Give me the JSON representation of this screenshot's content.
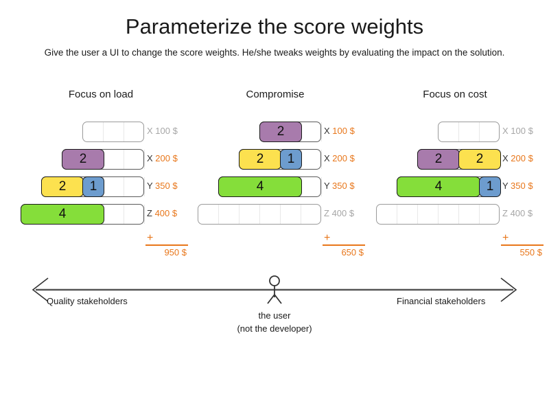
{
  "header": {
    "title": "Parameterize the score weights",
    "subtitle": "Give the user a UI to change the score weights. He/she tweaks weights by evaluating the impact on the solution."
  },
  "colors": {
    "purple": "#A87BAC",
    "yellow": "#FCE14F",
    "green": "#85DE3A",
    "blue": "#6D9CCE",
    "accent_orange": "#E8761A",
    "muted_gray": "#A6A6A6",
    "track_border": "#595959"
  },
  "scenarios": [
    {
      "title": "Focus on load",
      "sum_plus": "+",
      "sum_total": "950 $",
      "rows": [
        {
          "key": "X",
          "amount": "100 $",
          "muted": true,
          "slots": 3,
          "cells": []
        },
        {
          "key": "X",
          "amount": "200 $",
          "muted": false,
          "slots": 4,
          "cells": [
            {
              "value": "2",
              "units": 2,
              "color": "purple"
            }
          ]
        },
        {
          "key": "Y",
          "amount": "350 $",
          "muted": false,
          "slots": 5,
          "cells": [
            {
              "value": "2",
              "units": 2,
              "color": "yellow"
            },
            {
              "value": "1",
              "units": 1,
              "color": "blue"
            }
          ]
        },
        {
          "key": "Z",
          "amount": "400 $",
          "muted": false,
          "slots": 6,
          "cells": [
            {
              "value": "4",
              "units": 4,
              "color": "green"
            }
          ]
        }
      ]
    },
    {
      "title": "Compromise",
      "sum_plus": "+",
      "sum_total": "650 $",
      "rows": [
        {
          "key": "X",
          "amount": "100 $",
          "muted": false,
          "slots": 3,
          "cells": [
            {
              "value": "2",
              "units": 2,
              "color": "purple"
            }
          ]
        },
        {
          "key": "X",
          "amount": "200 $",
          "muted": false,
          "slots": 4,
          "cells": [
            {
              "value": "2",
              "units": 2,
              "color": "yellow"
            },
            {
              "value": "1",
              "units": 1,
              "color": "blue"
            }
          ]
        },
        {
          "key": "Y",
          "amount": "350 $",
          "muted": false,
          "slots": 5,
          "cells": [
            {
              "value": "4",
              "units": 4,
              "color": "green"
            }
          ]
        },
        {
          "key": "Z",
          "amount": "400 $",
          "muted": true,
          "slots": 6,
          "cells": []
        }
      ]
    },
    {
      "title": "Focus on cost",
      "sum_plus": "+",
      "sum_total": "550 $",
      "rows": [
        {
          "key": "X",
          "amount": "100 $",
          "muted": true,
          "slots": 3,
          "cells": []
        },
        {
          "key": "X",
          "amount": "200 $",
          "muted": false,
          "slots": 4,
          "cells": [
            {
              "value": "2",
              "units": 2,
              "color": "purple"
            },
            {
              "value": "2",
              "units": 2,
              "color": "yellow"
            }
          ]
        },
        {
          "key": "Y",
          "amount": "350 $",
          "muted": false,
          "slots": 5,
          "cells": [
            {
              "value": "4",
              "units": 4,
              "color": "green"
            },
            {
              "value": "1",
              "units": 1,
              "color": "blue"
            }
          ]
        },
        {
          "key": "Z",
          "amount": "400 $",
          "muted": true,
          "slots": 6,
          "cells": []
        }
      ]
    }
  ],
  "axis": {
    "left_label": "Quality stakeholders",
    "right_label": "Financial stakeholders",
    "actor_line1": "the user",
    "actor_line2": "(not the developer)"
  }
}
